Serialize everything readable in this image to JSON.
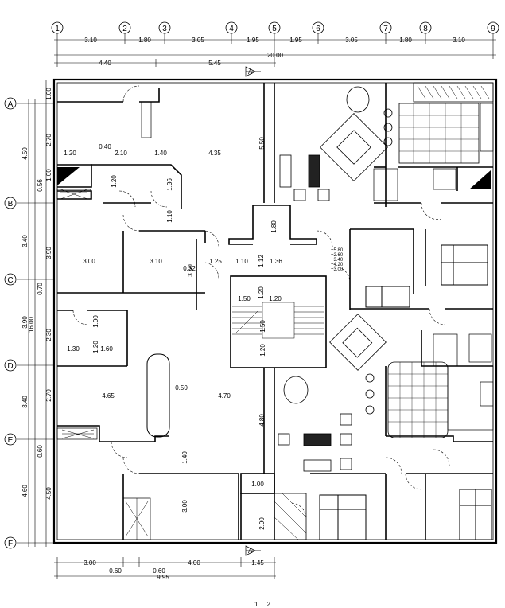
{
  "axes": {
    "columns": [
      "1",
      "2",
      "3",
      "4",
      "5",
      "6",
      "7",
      "8",
      "9"
    ],
    "rows": [
      "A",
      "B",
      "C",
      "D",
      "E",
      "F"
    ]
  },
  "dims": {
    "top": [
      "3.10",
      "1.80",
      "3.05",
      "1.95",
      "1.95",
      "3.05",
      "1.80",
      "3.10"
    ],
    "top2": [
      "4.40",
      "5.45"
    ],
    "total": "20.00",
    "left_outer": [
      "4.50",
      "3.40",
      "3.90",
      "3.40",
      "4.60"
    ],
    "left_total": "16.00",
    "left_inner": [
      "1.00",
      "2.70",
      "1.00",
      "0.56",
      "3.90",
      "0.70",
      "2.30",
      "2.70",
      "0.60",
      "4.50"
    ],
    "bottom": [
      "3.00",
      "0.60",
      "4.00",
      "1.45"
    ],
    "bottom2": [
      "0.60",
      "9.95"
    ],
    "interior": [
      "0.40",
      "1.20",
      "2.10",
      "1.40",
      "4.35",
      "5.50",
      "1.20",
      "1.36",
      "1.10",
      "3.00",
      "3.10",
      "1.25",
      "1.10",
      "1.36",
      "0.32",
      "3.50",
      "1.80",
      "1.12",
      "1.20",
      "1.50",
      "1.20",
      "1.50",
      "1.20",
      "1.00",
      "1.30",
      "1.20",
      "1.60",
      "4.65",
      "4.70",
      "0.50",
      "4.80",
      "1.40",
      "3.00",
      "1.00",
      "2.00"
    ],
    "levels": [
      "+5.80",
      "+2.60",
      "+3.40",
      "+4.20",
      "+3.00"
    ]
  },
  "section_marks": [
    "A",
    "A"
  ],
  "footer": "1 ... 2"
}
